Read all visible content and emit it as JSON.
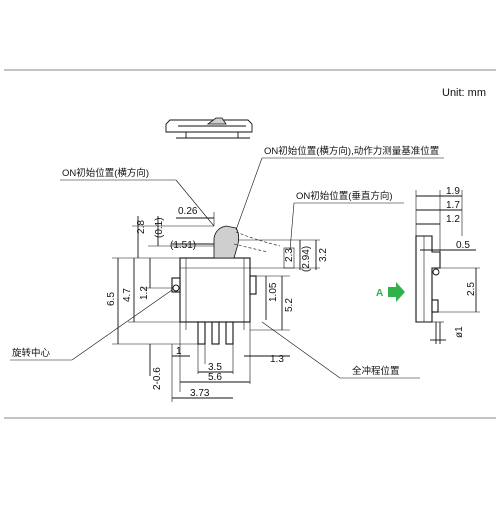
{
  "unit_label": "Unit: mm",
  "colors": {
    "arrow_a": "#2fb24a",
    "line": "#111111",
    "lever": "#cfcfcf"
  },
  "callouts": {
    "on_initial_horizontal": "ON初始位置(横方向)",
    "on_initial_horizontal_force": "ON初始位置(横方向),动作力测量基准位置",
    "on_initial_vertical": "ON初始位置(垂直方向)",
    "rotation_center": "旋转中心",
    "full_travel": "全冲程位置"
  },
  "direction_label": "A",
  "dimensions": {
    "d_0_26": "0.26",
    "d_0_1": "(0.1)",
    "d_2_8": "2.8",
    "d_1_51": "(1.51)",
    "d_2_3": "2.3",
    "d_2_94": "(2.94)",
    "d_3_2": "3.2",
    "d_6_5": "6.5",
    "d_4_7": "4.7",
    "d_1_2_left": "1.2",
    "d_1_05": "1.05",
    "d_5_2": "5.2",
    "d_1": "1",
    "d_1_3": "1.3",
    "d_2_0_6": "2-0.6",
    "d_3_5": "3.5",
    "d_5_6": "5.6",
    "d_3_73": "3.73",
    "d_1_9": "1.9",
    "d_1_7": "1.7",
    "d_1_2_right": "1.2",
    "d_0_5": "0.5",
    "d_2_5": "2.5",
    "d_phi1": "ø1"
  }
}
